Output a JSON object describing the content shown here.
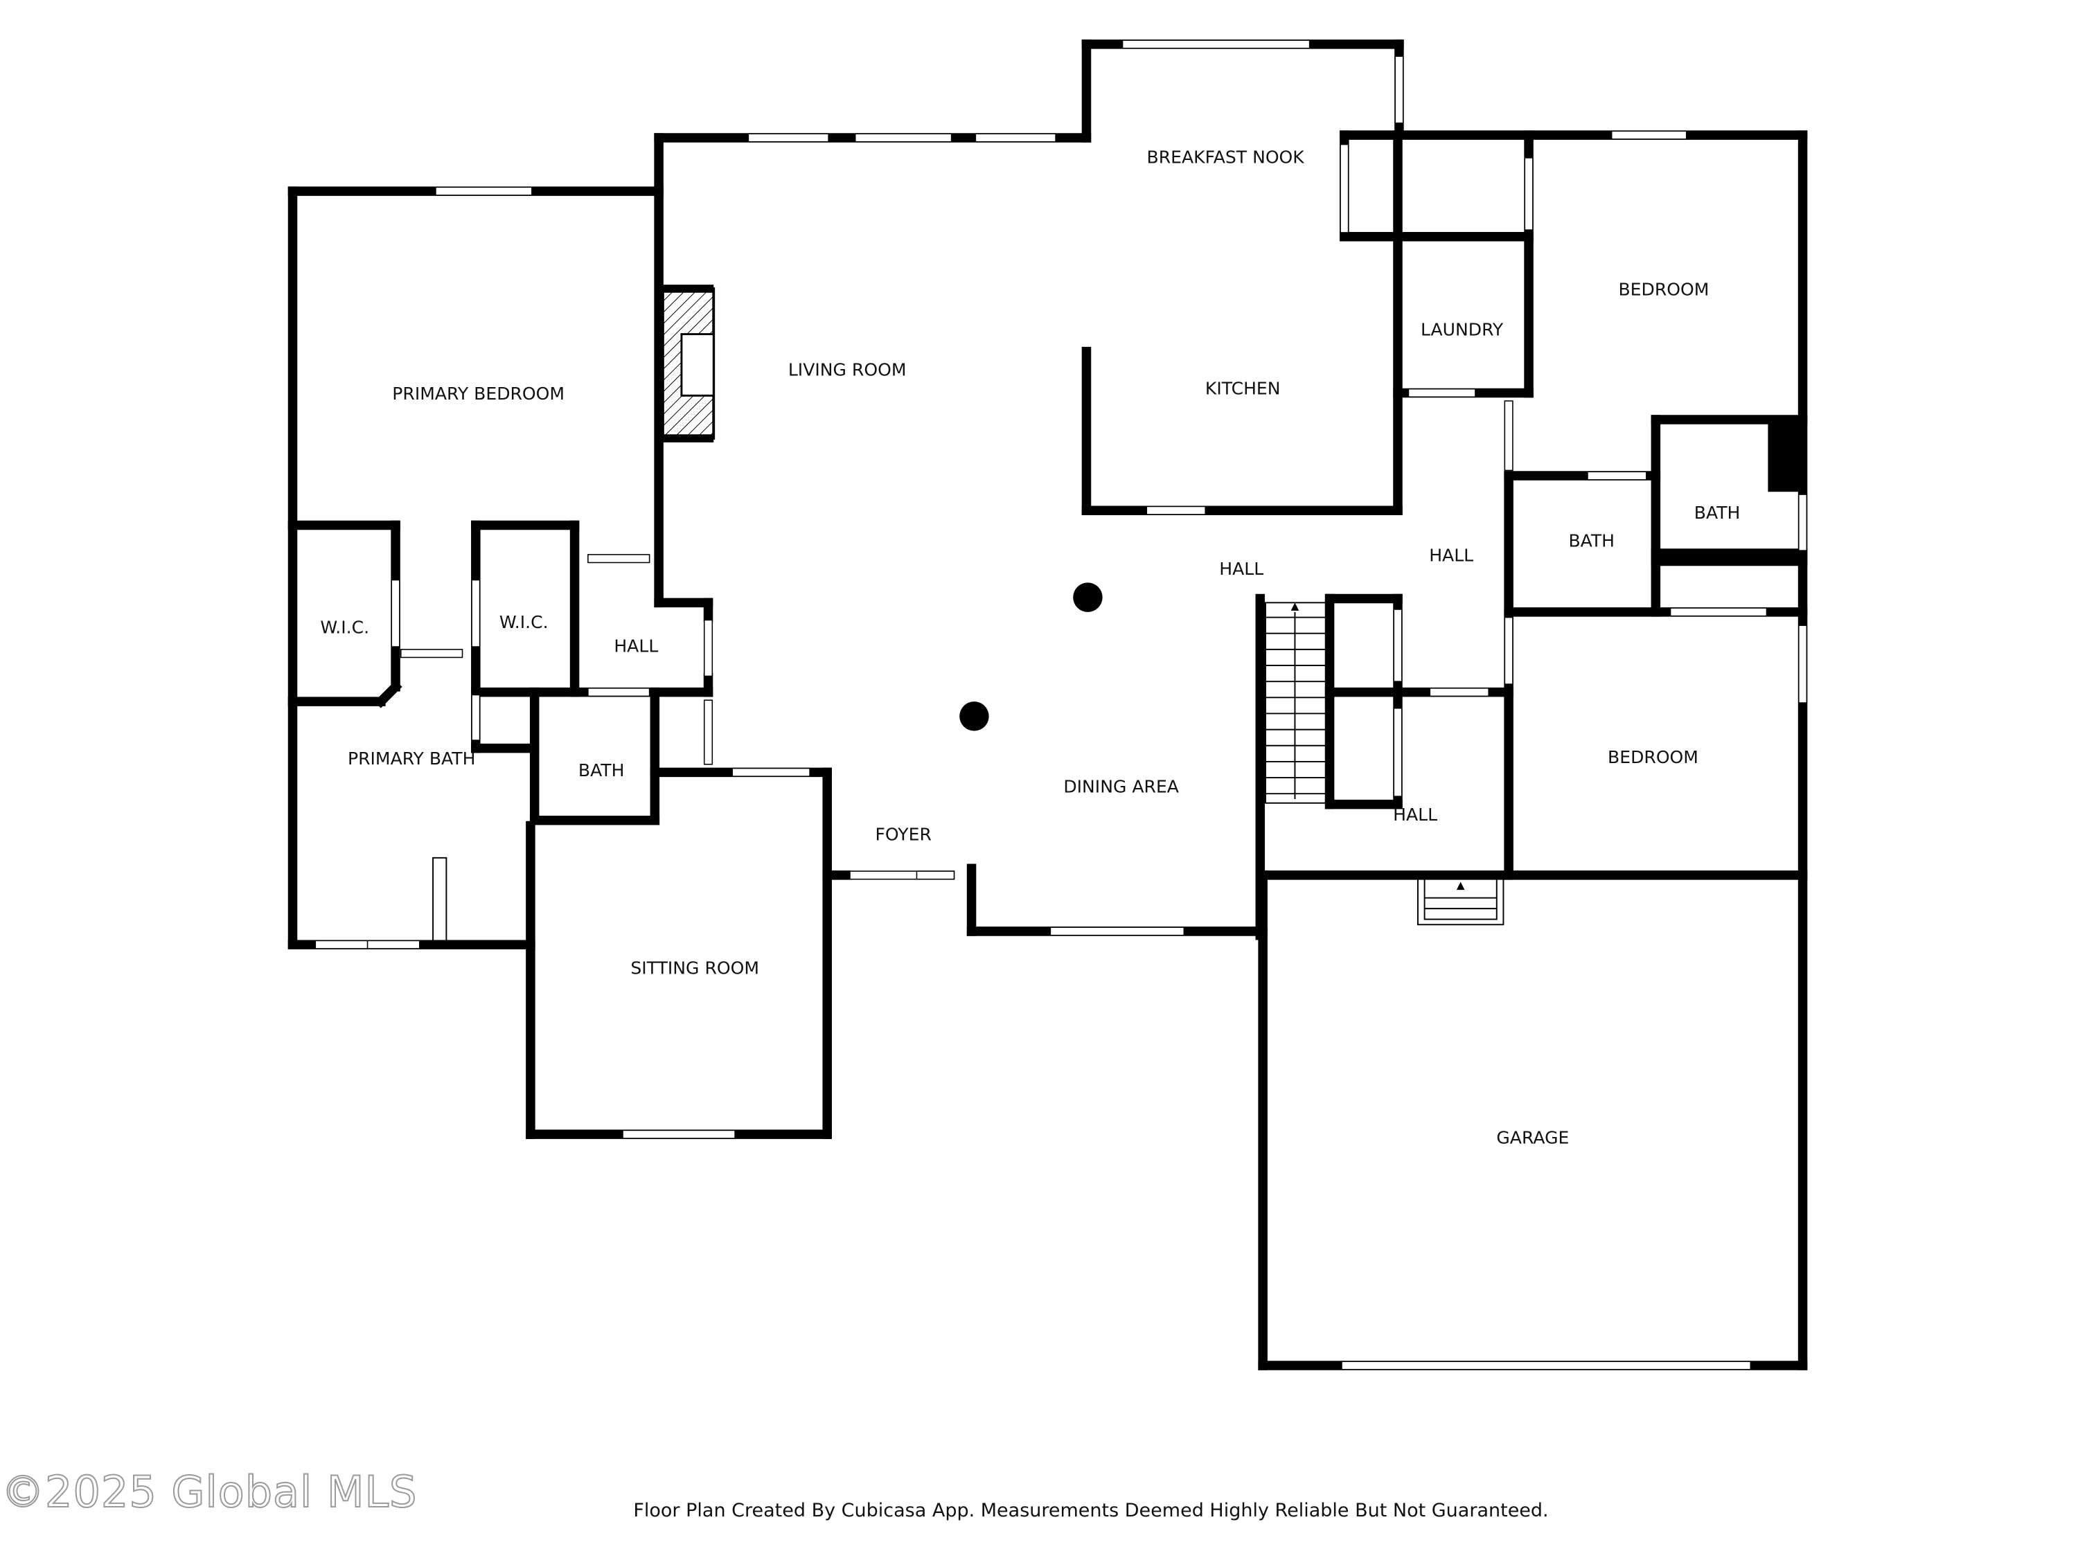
{
  "rooms": {
    "breakfast_nook": "BREAKFAST NOOK",
    "living_room": "LIVING ROOM",
    "primary_bedroom": "PRIMARY BEDROOM",
    "kitchen": "KITCHEN",
    "laundry": "LAUNDRY",
    "bedroom_1": "BEDROOM",
    "bath_upper_right": "BATH",
    "bath_middle_right": "BATH",
    "hall_center": "HALL",
    "hall_right": "HALL",
    "wic_left": "W.I.C.",
    "wic_right": "W.I.C.",
    "hall_left": "HALL",
    "primary_bath": "PRIMARY BATH",
    "bath_left": "BATH",
    "foyer": "FOYER",
    "dining_area": "DINING AREA",
    "hall_lower": "HALL",
    "bedroom_2": "BEDROOM",
    "sitting_room": "SITTING ROOM",
    "garage": "GARAGE"
  },
  "watermark": "©2025 Global MLS",
  "footer": "Floor Plan Created By Cubicasa App. Measurements Deemed Highly Reliable But Not Guaranteed.",
  "colors": {
    "wall": "#000000",
    "window": "#ffffff",
    "background": "#ffffff"
  }
}
